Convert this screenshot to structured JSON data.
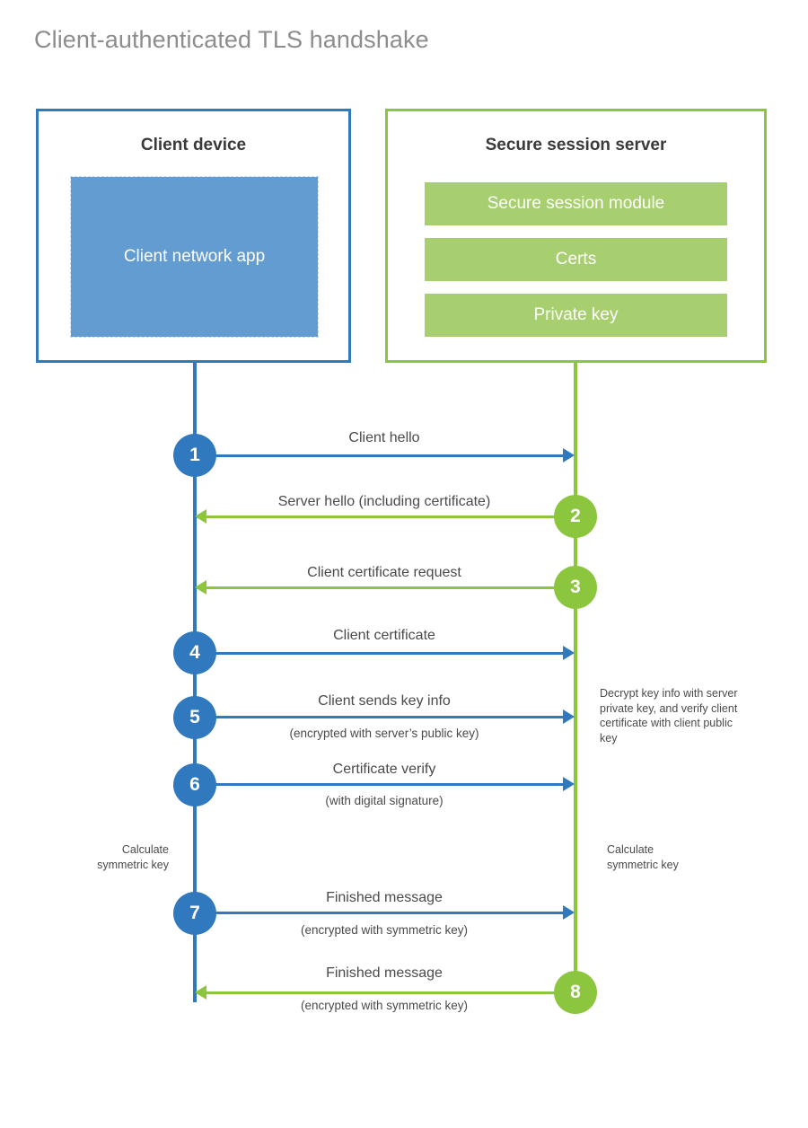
{
  "title": "Client-authenticated TLS handshake",
  "colors": {
    "client_accent": "#3079be",
    "server_accent": "#8cc63e",
    "client_app_fill": "#629cd1",
    "server_bar_fill": "#a7ce6f",
    "title_text": "#8d8d8d",
    "body_text": "#4a4a4a",
    "background": "#ffffff"
  },
  "client": {
    "title": "Client device",
    "app_label": "Client network app",
    "calculate_note": "Calculate\nsymmetric key"
  },
  "server": {
    "title": "Secure session server",
    "bars": [
      {
        "label": "Secure session module"
      },
      {
        "label": "Certs"
      },
      {
        "label": "Private key"
      }
    ],
    "calculate_note": "Calculate\nsymmetric key",
    "decrypt_note": "Decrypt key info with server private key, and verify client certificate with client public key"
  },
  "steps": [
    {
      "number": "1",
      "label": "Client hello",
      "sublabel": "",
      "direction": "client-to-server",
      "color": "blue"
    },
    {
      "number": "2",
      "label": "Server hello (including certificate)",
      "sublabel": "",
      "direction": "server-to-client",
      "color": "green"
    },
    {
      "number": "3",
      "label": "Client certificate request",
      "sublabel": "",
      "direction": "server-to-client",
      "color": "green"
    },
    {
      "number": "4",
      "label": "Client certificate",
      "sublabel": "",
      "direction": "client-to-server",
      "color": "blue"
    },
    {
      "number": "5",
      "label": "Client sends key info",
      "sublabel": "(encrypted with server’s public key)",
      "direction": "client-to-server",
      "color": "blue"
    },
    {
      "number": "6",
      "label": "Certificate verify",
      "sublabel": "(with digital signature)",
      "direction": "client-to-server",
      "color": "blue"
    },
    {
      "number": "7",
      "label": "Finished message",
      "sublabel": "(encrypted with symmetric key)",
      "direction": "client-to-server",
      "color": "blue"
    },
    {
      "number": "8",
      "label": "Finished message",
      "sublabel": "(encrypted with symmetric key)",
      "direction": "server-to-client",
      "color": "green"
    }
  ],
  "diagram_data": {
    "type": "sequence-diagram",
    "actors": [
      "Client device",
      "Secure session server"
    ],
    "message_count": 8
  }
}
